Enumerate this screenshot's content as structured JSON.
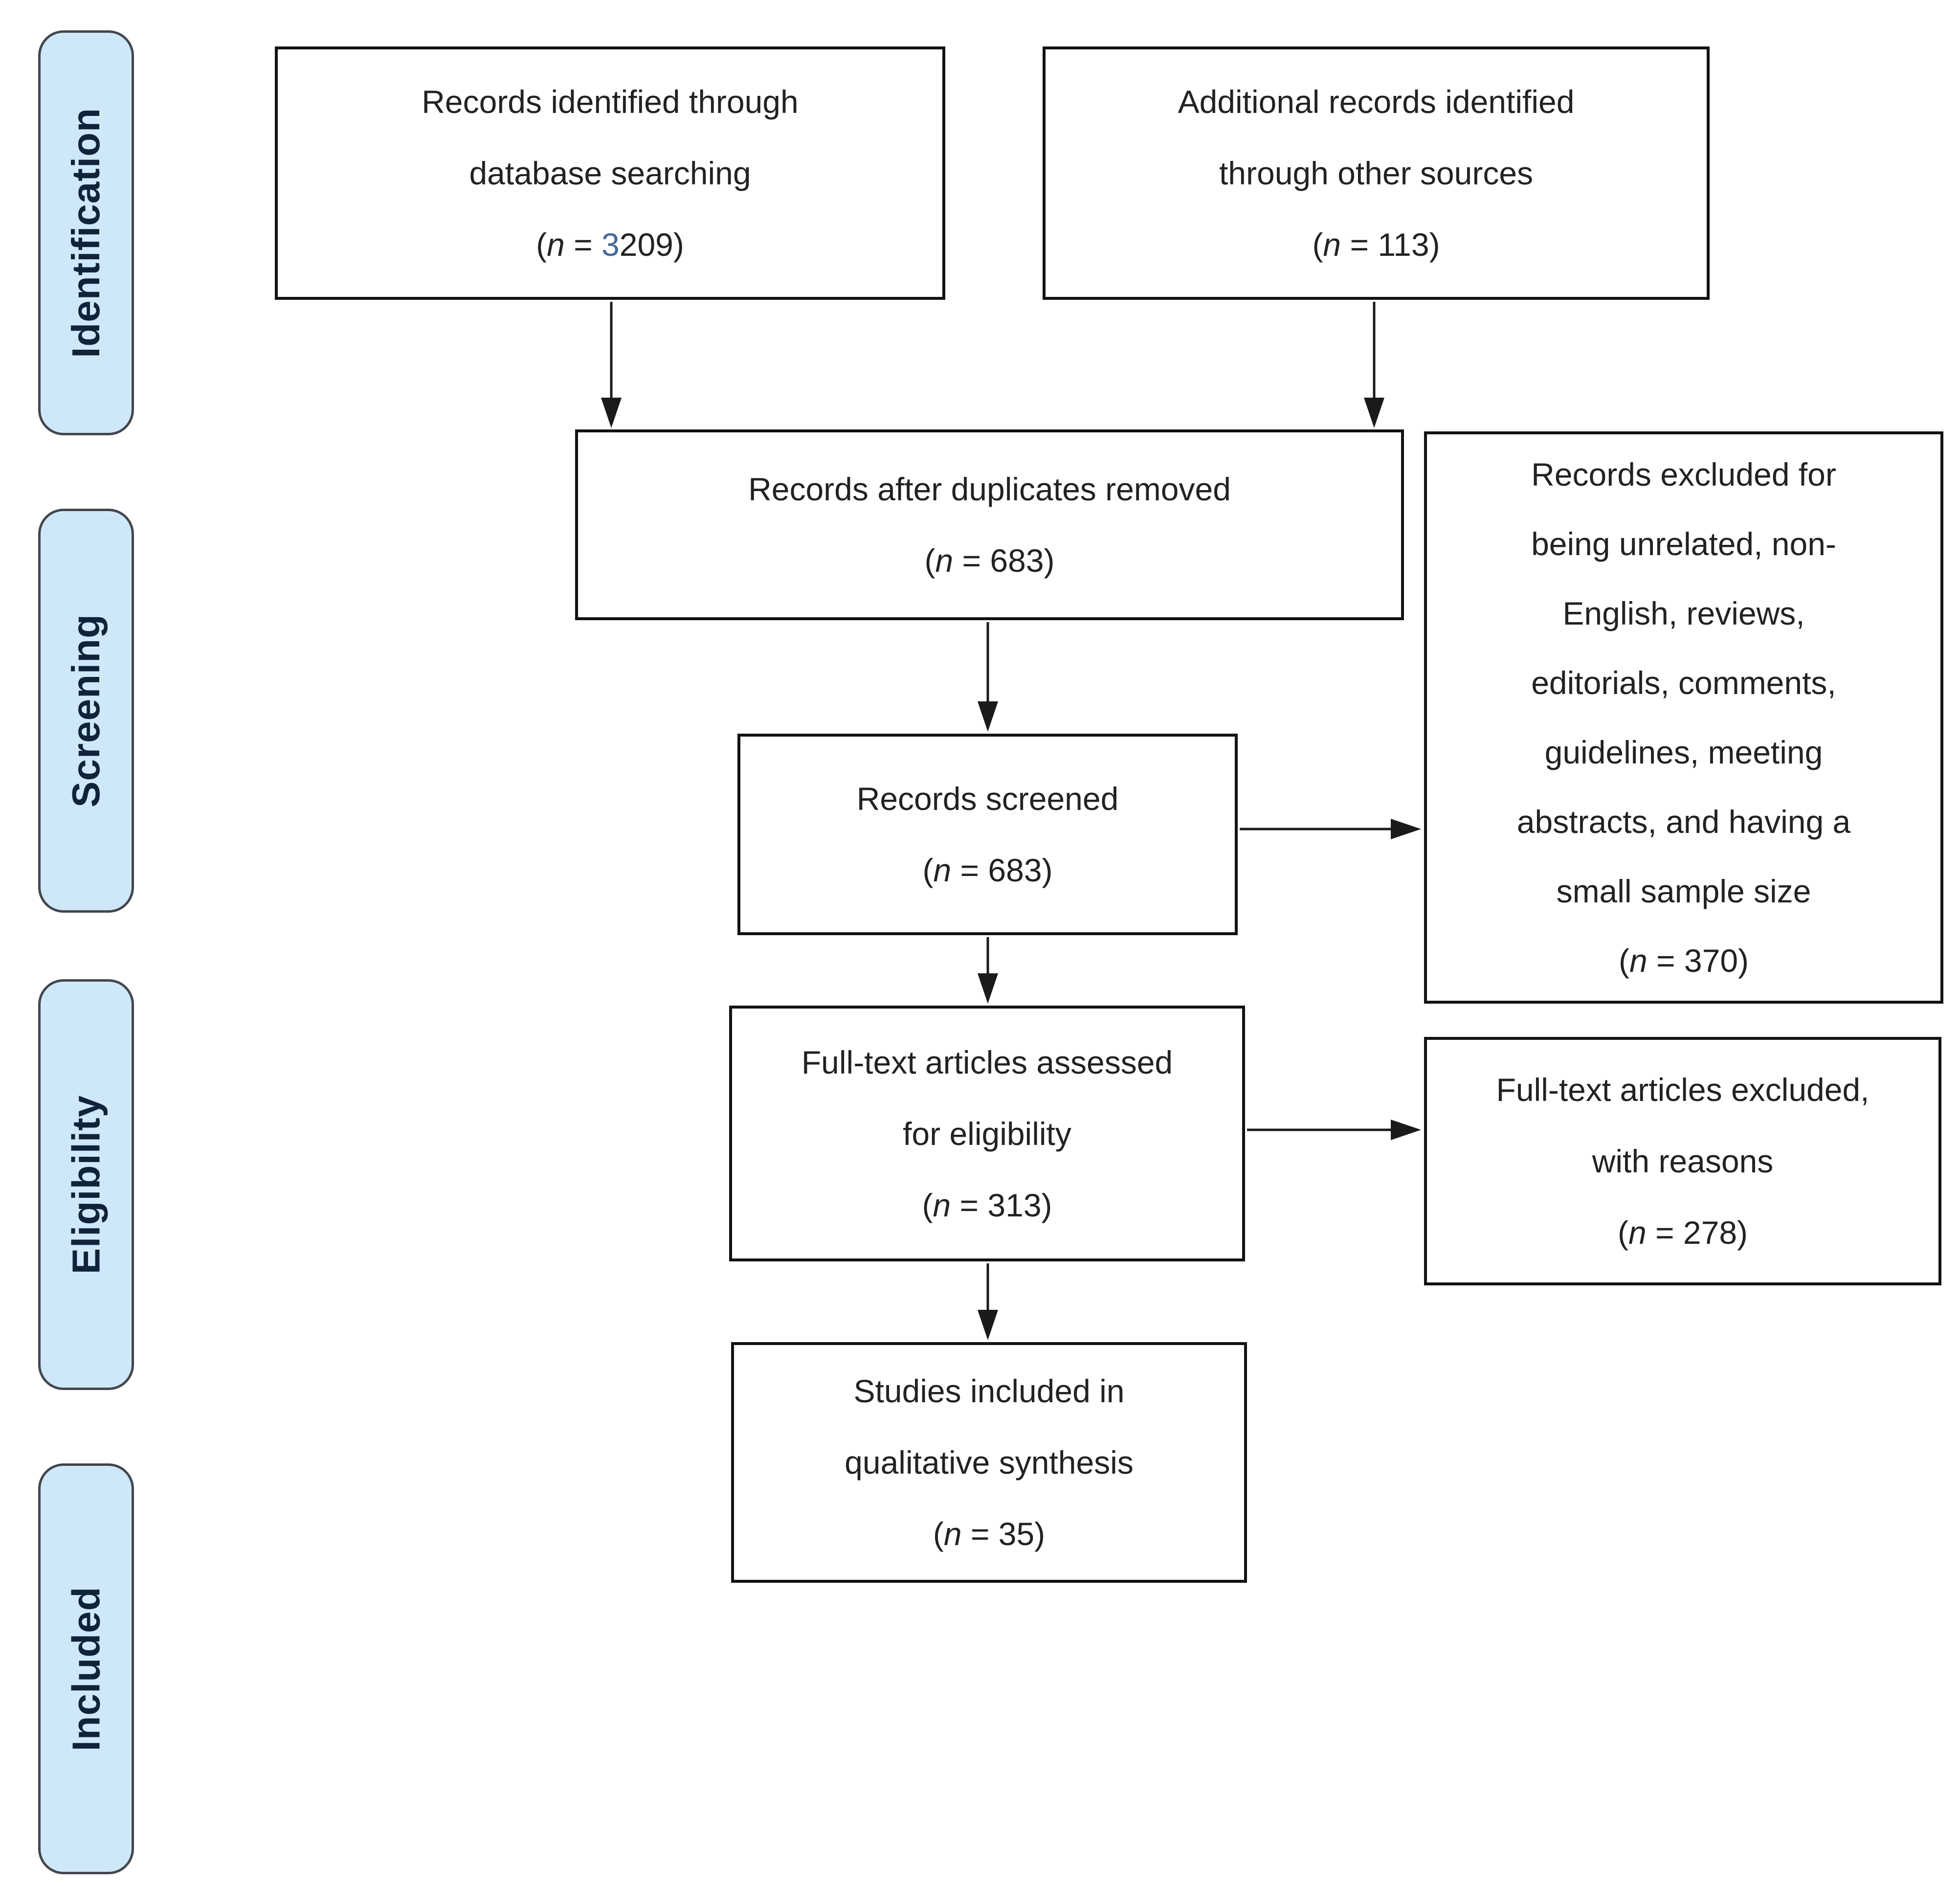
{
  "stages": [
    {
      "label": "Identification"
    },
    {
      "label": "Screening"
    },
    {
      "label": "Eligibility"
    },
    {
      "label": "Included"
    }
  ],
  "boxes": {
    "identified": {
      "lines": [
        "Records identified through",
        "database searching"
      ],
      "count": {
        "open": "(",
        "var": "n",
        "pre": " = ",
        "hl": "3",
        "rest": "209)"
      }
    },
    "additional": {
      "lines": [
        "Additional records identified",
        "through other sources"
      ],
      "count": {
        "open": "(",
        "var": "n",
        "rest": " = 113)"
      }
    },
    "deduplicated": {
      "lines": [
        "Records after duplicates removed"
      ],
      "count": {
        "open": "(",
        "var": "n",
        "rest": " = 683)"
      }
    },
    "screened": {
      "lines": [
        "Records screened"
      ],
      "count": {
        "open": "(",
        "var": "n",
        "rest": " = 683)"
      }
    },
    "records_excluded": {
      "lines": [
        "Records excluded for",
        "being unrelated, non-",
        "English, reviews,",
        "editorials, comments,",
        "guidelines, meeting",
        "abstracts, and having a",
        "small sample size"
      ],
      "count": {
        "open": "(",
        "var": "n",
        "rest": " = 370)"
      }
    },
    "fulltext_assessed": {
      "lines": [
        "Full-text articles assessed",
        "for eligibility"
      ],
      "count": {
        "open": "(",
        "var": "n",
        "rest": " = 313)"
      }
    },
    "fulltext_excluded": {
      "lines": [
        "Full-text articles excluded,",
        "with reasons"
      ],
      "count": {
        "open": "(",
        "var": "n",
        "rest": " = 278)"
      }
    },
    "included_studies": {
      "lines": [
        "Studies included in",
        "qualitative synthesis"
      ],
      "count": {
        "open": "(",
        "var": "n",
        "rest": " = 35)"
      }
    }
  },
  "colors": {
    "stage_fill": "#cfe8f9",
    "stage_border": "#42474d",
    "stage_text": "#10233a",
    "box_border": "#121212",
    "box_text": "#222222",
    "arrow": "#1a1a1a",
    "highlight_digit": "#47689a"
  }
}
